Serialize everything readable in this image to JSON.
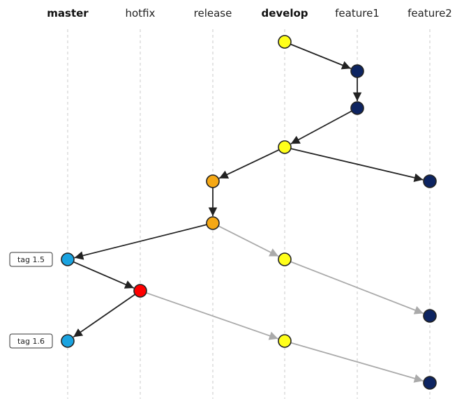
{
  "colors": {
    "edge_active": "#222222",
    "edge_merged": "#aaaaaa",
    "commit_stroke": "#222222"
  },
  "branches": [
    {
      "id": "master",
      "label": "master",
      "bold": true,
      "color": "#1aa3e0"
    },
    {
      "id": "hotfix",
      "label": "hotfix",
      "bold": false,
      "color": "#ff0000"
    },
    {
      "id": "release",
      "label": "release",
      "bold": false,
      "color": "#f5a815"
    },
    {
      "id": "develop",
      "label": "develop",
      "bold": true,
      "color": "#ffff1a"
    },
    {
      "id": "feature1",
      "label": "feature1",
      "bold": false,
      "color": "#0d2461"
    },
    {
      "id": "feature2",
      "label": "feature2",
      "bold": false,
      "color": "#0d2461"
    }
  ],
  "commits": [
    {
      "id": "d1",
      "branch": "develop",
      "order": 1
    },
    {
      "id": "f1a",
      "branch": "feature1",
      "order": 2
    },
    {
      "id": "f1b",
      "branch": "feature1",
      "order": 3
    },
    {
      "id": "d2",
      "branch": "develop",
      "order": 4
    },
    {
      "id": "r1",
      "branch": "release",
      "order": 5
    },
    {
      "id": "f2a",
      "branch": "feature2",
      "order": 5
    },
    {
      "id": "r2",
      "branch": "release",
      "order": 6
    },
    {
      "id": "m1",
      "branch": "master",
      "order": 7,
      "tag": "tag 1.5"
    },
    {
      "id": "d3",
      "branch": "develop",
      "order": 7
    },
    {
      "id": "h1",
      "branch": "hotfix",
      "order": 8
    },
    {
      "id": "f2b",
      "branch": "feature2",
      "order": 9
    },
    {
      "id": "m2",
      "branch": "master",
      "order": 10,
      "tag": "tag 1.6"
    },
    {
      "id": "d4",
      "branch": "develop",
      "order": 10
    },
    {
      "id": "f2c",
      "branch": "feature2",
      "order": 11
    }
  ],
  "edges": [
    {
      "from": "d1",
      "to": "f1a",
      "style": "active"
    },
    {
      "from": "f1a",
      "to": "f1b",
      "style": "active"
    },
    {
      "from": "f1b",
      "to": "d2",
      "style": "active"
    },
    {
      "from": "d2",
      "to": "r1",
      "style": "active"
    },
    {
      "from": "d2",
      "to": "f2a",
      "style": "active"
    },
    {
      "from": "r1",
      "to": "r2",
      "style": "active"
    },
    {
      "from": "r2",
      "to": "m1",
      "style": "active"
    },
    {
      "from": "r2",
      "to": "d3",
      "style": "merged"
    },
    {
      "from": "m1",
      "to": "h1",
      "style": "active"
    },
    {
      "from": "d3",
      "to": "f2b",
      "style": "merged"
    },
    {
      "from": "h1",
      "to": "m2",
      "style": "active"
    },
    {
      "from": "h1",
      "to": "d4",
      "style": "merged"
    },
    {
      "from": "d4",
      "to": "f2c",
      "style": "merged"
    }
  ]
}
